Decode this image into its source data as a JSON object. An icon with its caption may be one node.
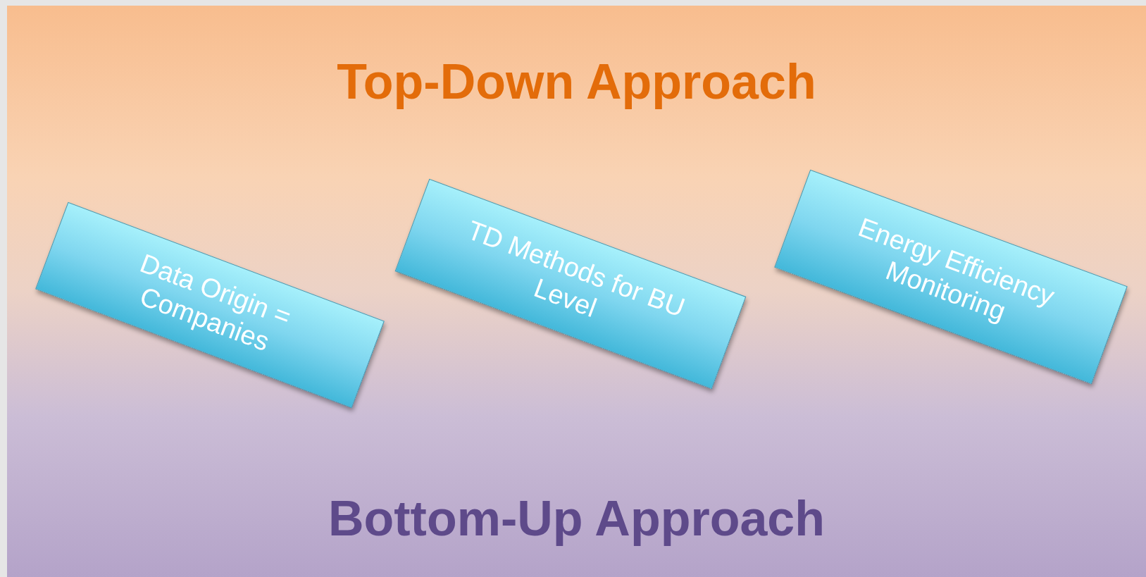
{
  "diagram": {
    "nodes": [
      {
        "text": [
          "Data Origin = Companies"
        ]
      },
      {
        "text": [
          "TD Methods for BU Level"
        ]
      },
      {
        "text": [
          "Energy Efficiency Monitoring"
        ]
      }
    ],
    "labels": [
      "Top-Down Approach",
      "Bottom-Up Approach"
    ]
  }
}
